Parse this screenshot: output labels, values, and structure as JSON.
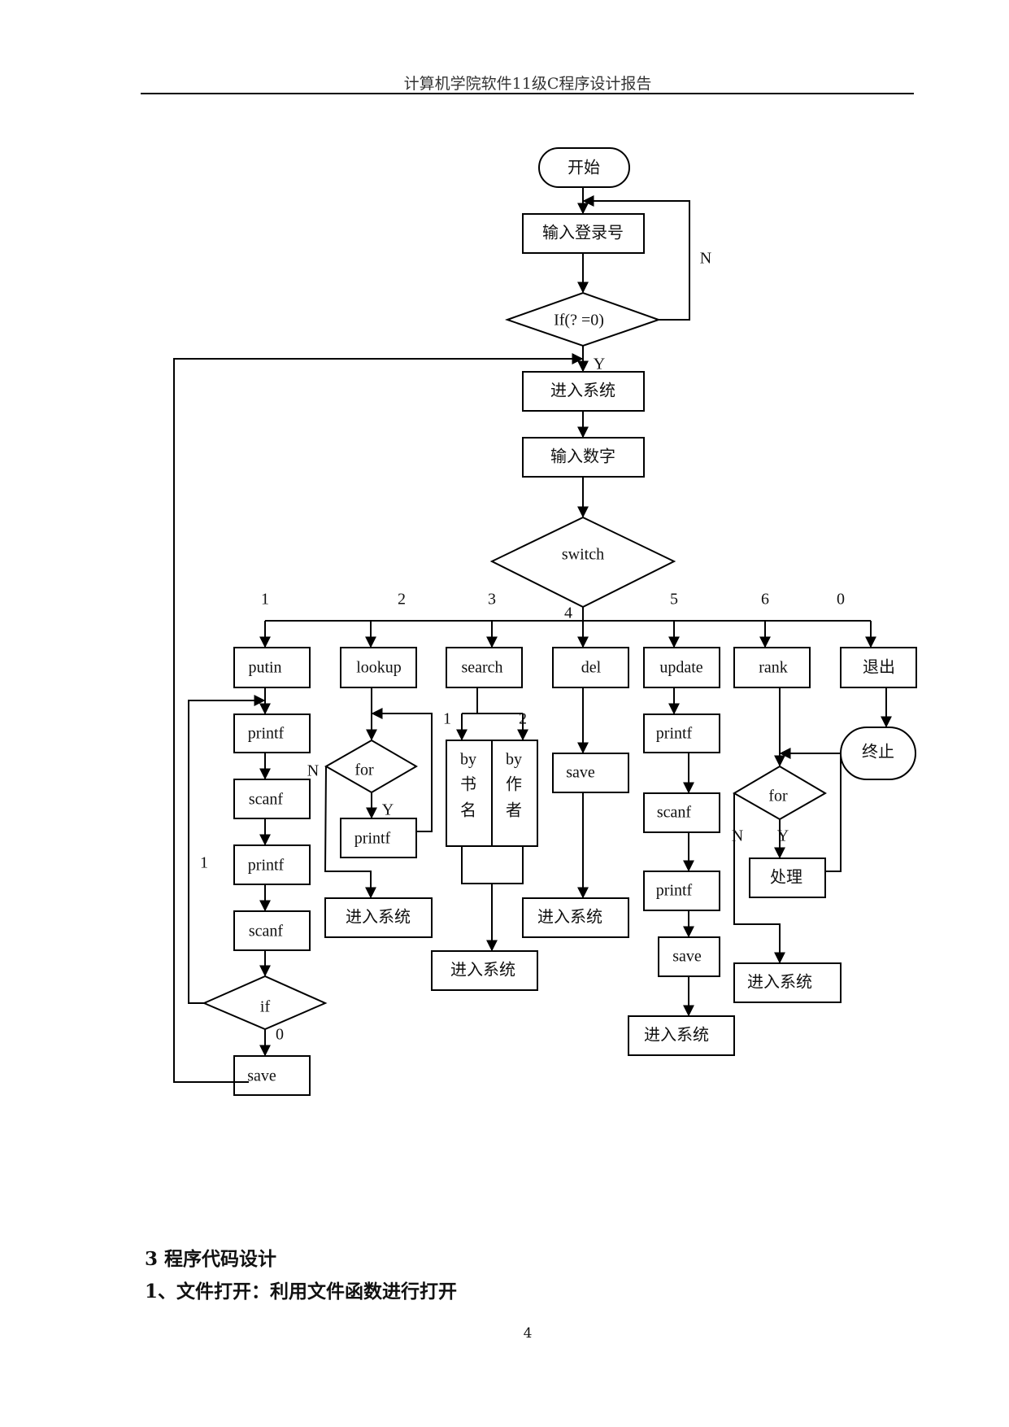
{
  "header": {
    "text": "计算机学院软件11级C程序设计报告"
  },
  "flowchart": {
    "start": "开始",
    "input_login": "输入登录号",
    "if_check": "If(? =0)",
    "label_N": "N",
    "label_Y": "Y",
    "enter_system": "进入系统",
    "input_number": "输入数字",
    "switch": "switch",
    "case_labels": [
      "1",
      "2",
      "3",
      "4",
      "5",
      "6",
      "0"
    ],
    "branches": [
      "putin",
      "lookup",
      "search",
      "del",
      "update",
      "rank",
      "退出"
    ],
    "printf": "printf",
    "scanf": "scanf",
    "save": "save",
    "for": "for",
    "if": "if",
    "zero": "0",
    "one": "1",
    "two": "2",
    "by_title": [
      "by",
      "书",
      "名"
    ],
    "by_author": [
      "by",
      "作",
      "者"
    ],
    "process": "处理",
    "terminate": "终止"
  },
  "section": {
    "heading": "3  程序代码设计",
    "subheading": "1、文件打开：利用文件函数进行打开"
  },
  "page_number": "4"
}
